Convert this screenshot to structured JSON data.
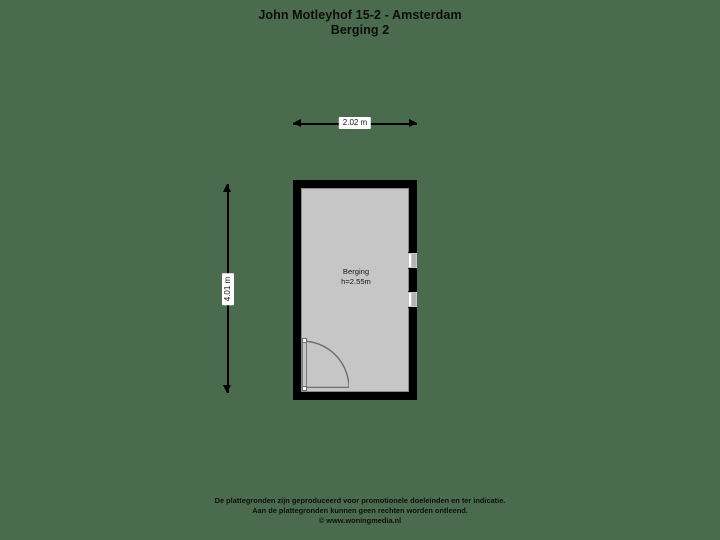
{
  "header": {
    "title": "John Motleyhof 15-2 - Amsterdam",
    "subtitle": "Berging 2"
  },
  "plan": {
    "background_color": "#4a6b4e",
    "wall_color": "#000000",
    "floor_color": "#c6c6c6",
    "room": {
      "name": "Berging",
      "height_label": "h=2.55m"
    },
    "dimensions": {
      "width_label": "2.02 m",
      "height_label": "4.01 m"
    },
    "features": {
      "window_upper": "window-opening",
      "window_lower": "window-opening",
      "door": "swing-door"
    }
  },
  "footer": {
    "line1": "De plattegronden zijn geproduceerd voor promotionele doeleinden en ter indicatie.",
    "line2": "Aan de plattegronden kunnen geen rechten worden ontleend.",
    "line3": "© www.woningmedia.nl"
  }
}
